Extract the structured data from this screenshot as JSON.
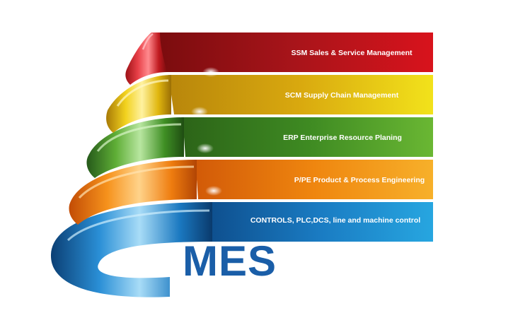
{
  "title": "MES",
  "layers": [
    {
      "label": "SSM Sales & Service Management",
      "color": "#c8151b"
    },
    {
      "label": "SCM Supply Chain Management",
      "color": "#e2b80b"
    },
    {
      "label": "ERP Enterprise Resource Planing",
      "color": "#3f8f24"
    },
    {
      "label": "P/PE Product & Process Engineering",
      "color": "#f28a12"
    },
    {
      "label": "CONTROLS, PLC,DCS,  line and machine control",
      "color": "#1b8fd0"
    }
  ]
}
